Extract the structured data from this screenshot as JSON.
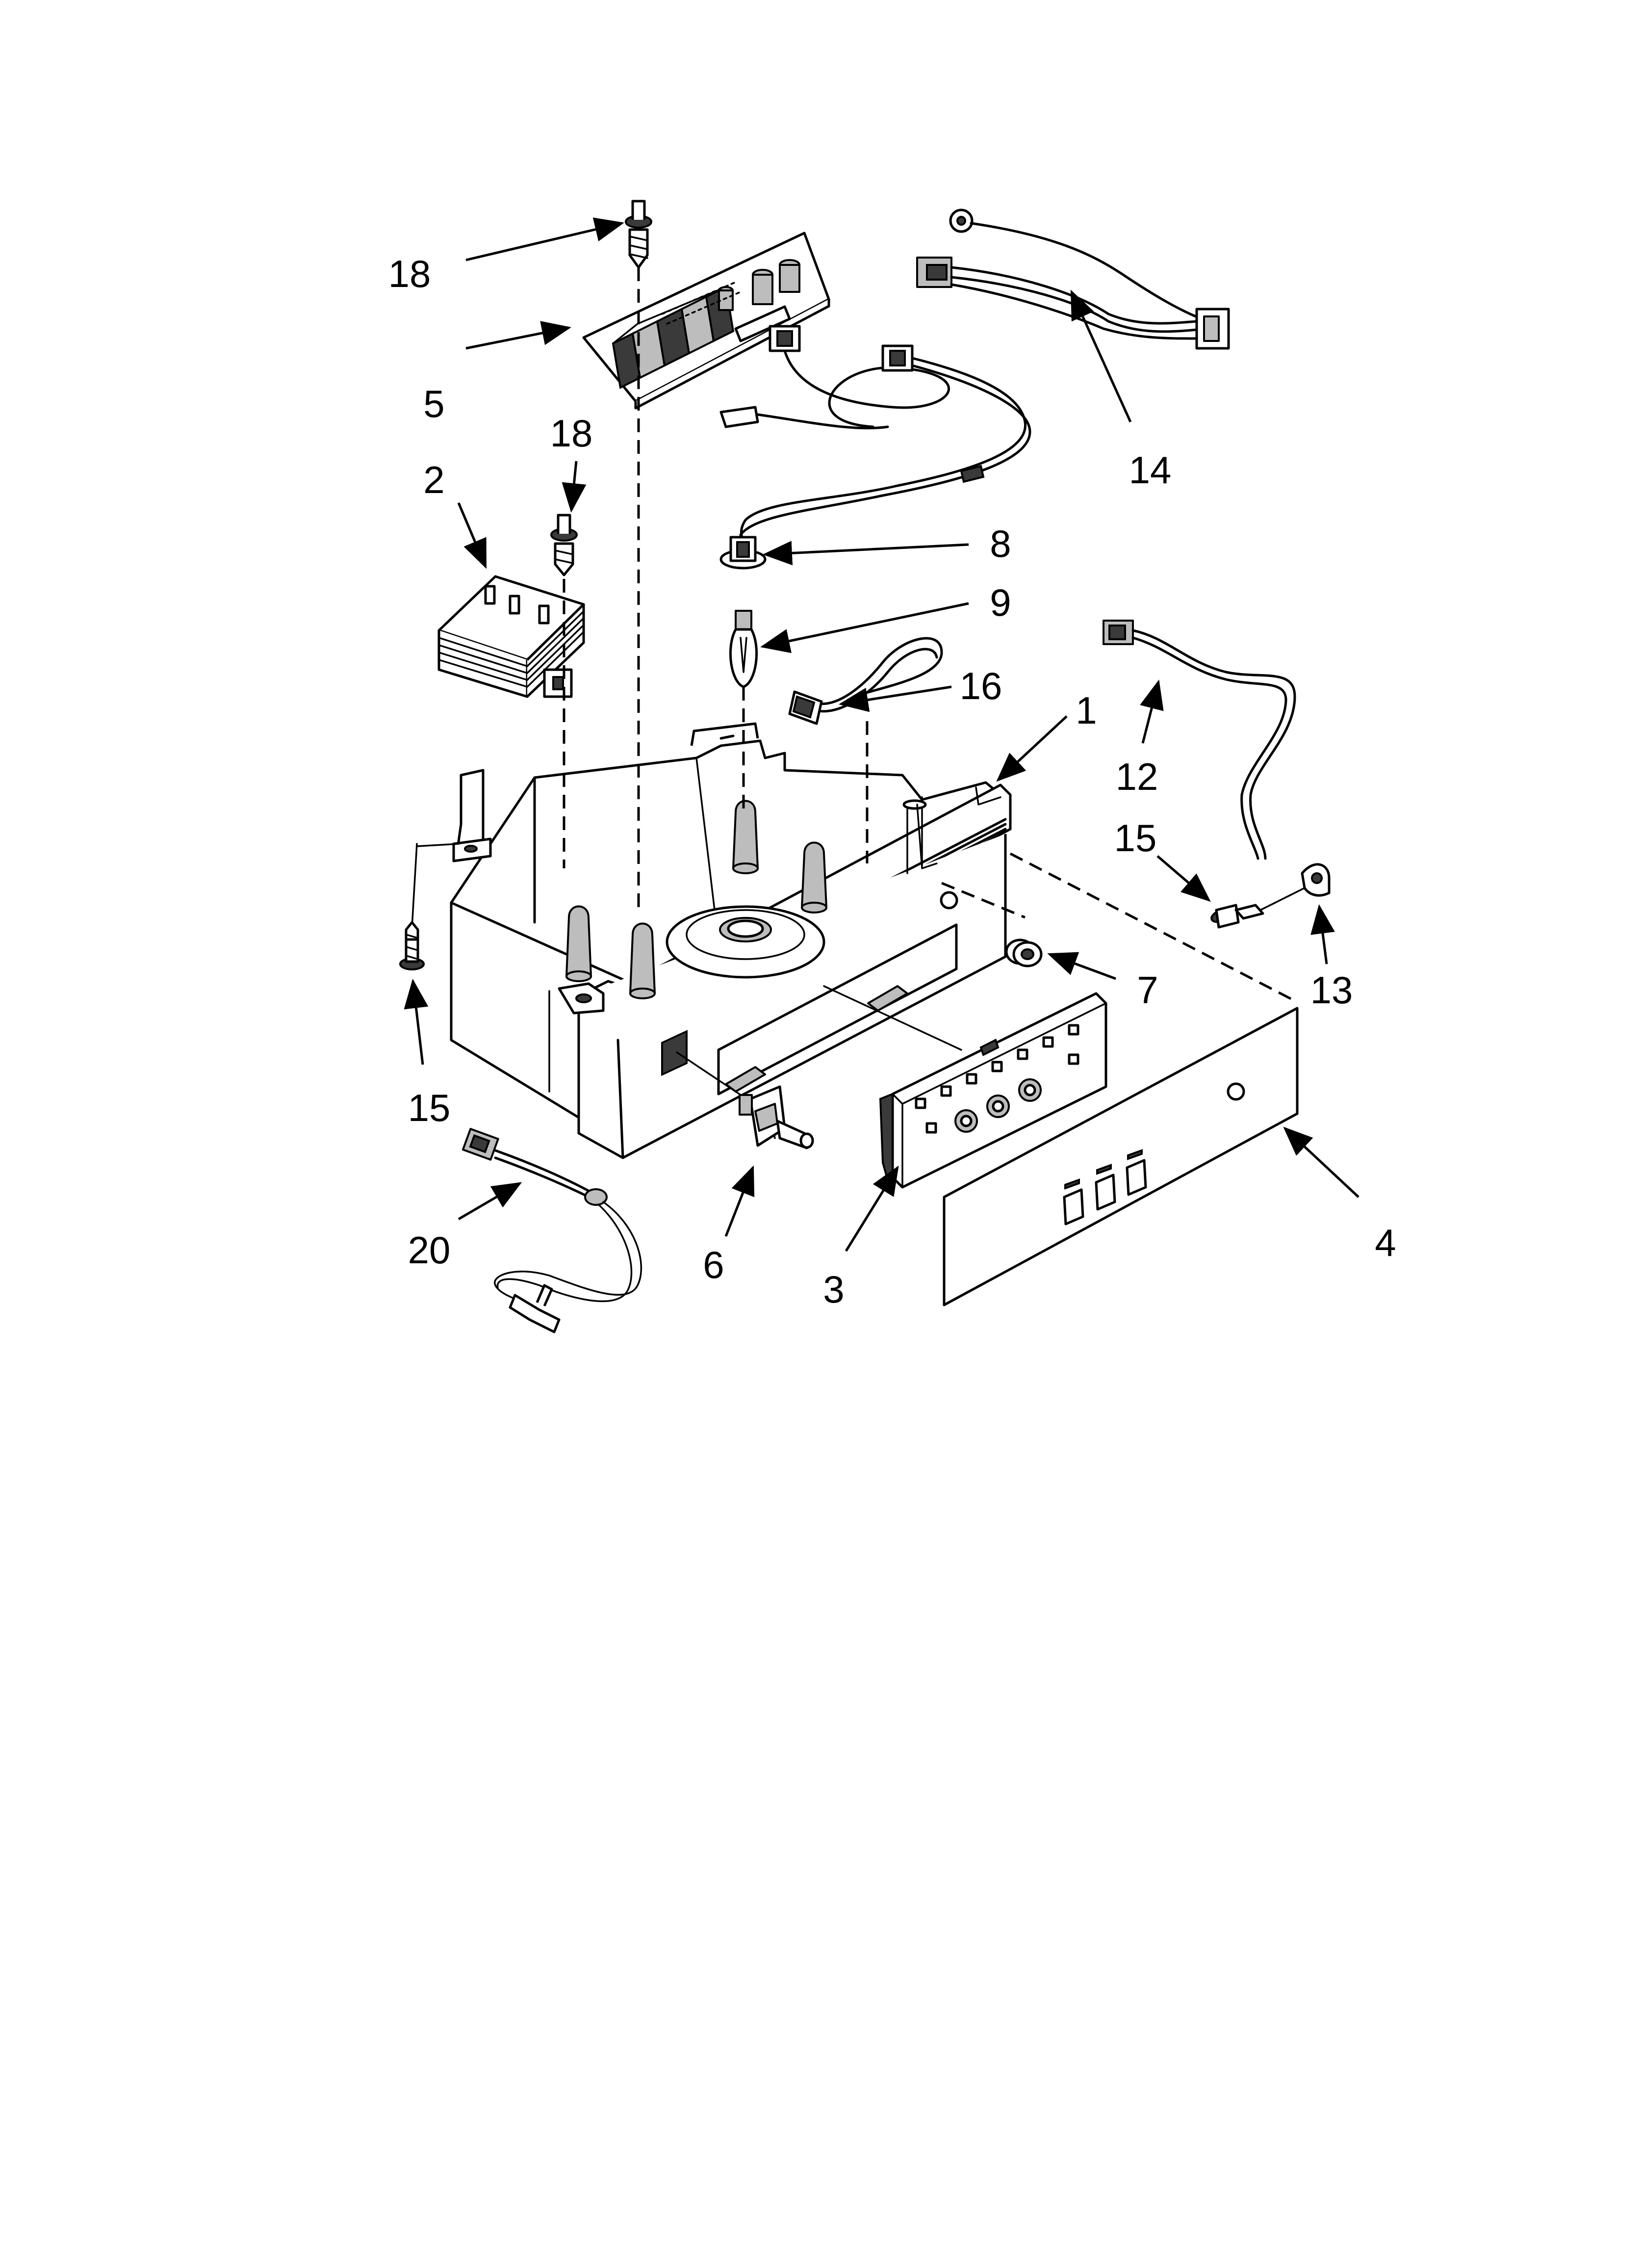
{
  "diagram": {
    "callouts": [
      {
        "id": "c18a",
        "label": "18"
      },
      {
        "id": "c5",
        "label": "5"
      },
      {
        "id": "c18b",
        "label": "18"
      },
      {
        "id": "c2",
        "label": "2"
      },
      {
        "id": "c14",
        "label": "14"
      },
      {
        "id": "c8",
        "label": "8"
      },
      {
        "id": "c9",
        "label": "9"
      },
      {
        "id": "c16",
        "label": "16"
      },
      {
        "id": "c1",
        "label": "1"
      },
      {
        "id": "c12",
        "label": "12"
      },
      {
        "id": "c15a",
        "label": "15"
      },
      {
        "id": "c13",
        "label": "13"
      },
      {
        "id": "c7",
        "label": "7"
      },
      {
        "id": "c15b",
        "label": "15"
      },
      {
        "id": "c4",
        "label": "4"
      },
      {
        "id": "c20",
        "label": "20"
      },
      {
        "id": "c6",
        "label": "6"
      },
      {
        "id": "c3",
        "label": "3"
      }
    ]
  }
}
